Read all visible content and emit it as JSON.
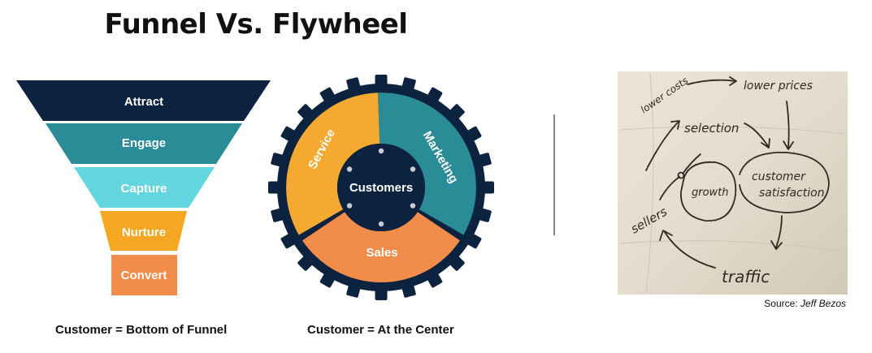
{
  "title": "Funnel Vs. Flywheel",
  "funnel": {
    "stages": [
      {
        "label": "Attract",
        "color": "#0c2340"
      },
      {
        "label": "Engage",
        "color": "#2a8c96"
      },
      {
        "label": "Capture",
        "color": "#63d6df"
      },
      {
        "label": "Nurture",
        "color": "#f5a623"
      },
      {
        "label": "Convert",
        "color": "#f28c4b"
      }
    ],
    "caption": "Customer = Bottom of Funnel"
  },
  "flywheel": {
    "center_label": "Customers",
    "segments": [
      {
        "label": "Service",
        "color": "#f5a931"
      },
      {
        "label": "Marketing",
        "color": "#2a8c96"
      },
      {
        "label": "Sales",
        "color": "#f28c4b"
      }
    ],
    "gear_color": "#0c2340",
    "caption": "Customer = At the Center"
  },
  "napkin": {
    "words": [
      "lower prices",
      "lower costs",
      "selection",
      "customer",
      "satisfaction",
      "growth",
      "sellers",
      "traffic"
    ],
    "source_label": "Source:",
    "source_name": "Jeff Bezos"
  }
}
